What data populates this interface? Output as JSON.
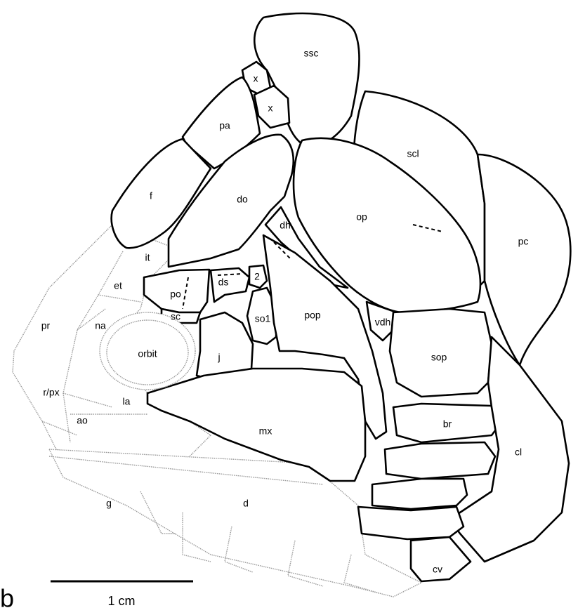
{
  "figure": {
    "panel_letter": "b",
    "scale_label": "1 cm",
    "labels": {
      "ssc": "ssc",
      "x1": "x",
      "x2": "x",
      "pa": "pa",
      "scl": "scl",
      "f": "f",
      "do": "do",
      "op": "op",
      "dh": "dh",
      "pc": "pc",
      "it": "it",
      "et": "et",
      "po": "po",
      "ds": "ds",
      "two": "2",
      "pr": "pr",
      "na": "na",
      "sc": "sc",
      "so1": "so1",
      "pop": "pop",
      "vdh": "vdh",
      "orbit": "orbit",
      "j": "j",
      "sop": "sop",
      "rpx": "r/px",
      "la": "la",
      "ao": "ao",
      "mx": "mx",
      "br": "br",
      "cl": "cl",
      "g": "g",
      "d": "d",
      "cv": "cv"
    }
  }
}
